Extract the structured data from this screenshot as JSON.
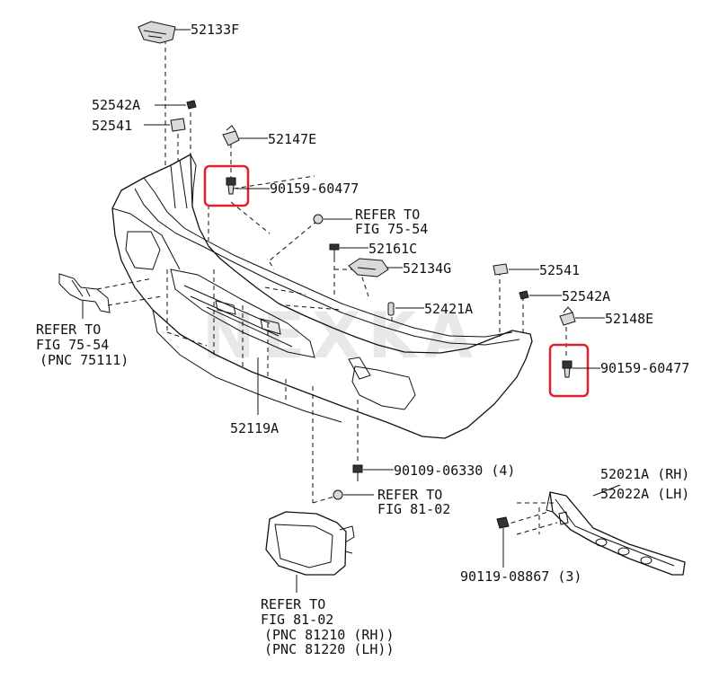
{
  "watermark": "NEXKA",
  "highlight_color": "#e0202e",
  "labels": {
    "p52133F": "52133F",
    "p52542A_top": "52542A",
    "p52541_top": "52541",
    "p52147E": "52147E",
    "p90159_left": "90159-60477",
    "refer_7554_top_l1": "REFER TO",
    "refer_7554_top_l2": "FIG 75-54",
    "p52161C": "52161C",
    "p52134G": "52134G",
    "p52541_right": "52541",
    "p52542A_right": "52542A",
    "p52421A": "52421A",
    "p52148E": "52148E",
    "p90159_right": "90159-60477",
    "refer_7554_left_l1": "REFER TO",
    "refer_7554_left_l2": "FIG 75-54",
    "refer_7554_left_l3": "(PNC 75111)",
    "p52119A": "52119A",
    "p90109": "90109-06330 (4)",
    "refer_8102_mid_l1": "REFER TO",
    "refer_8102_mid_l2": "FIG 81-02",
    "p52021A": "52021A (RH)",
    "p52022A": "52022A (LH)",
    "p90119": "90119-08867 (3)",
    "refer_8102_bot_l1": "REFER TO",
    "refer_8102_bot_l2": "FIG 81-02",
    "refer_8102_bot_l3": "(PNC 81210 (RH))",
    "refer_8102_bot_l4": "(PNC 81220 (LH))"
  }
}
